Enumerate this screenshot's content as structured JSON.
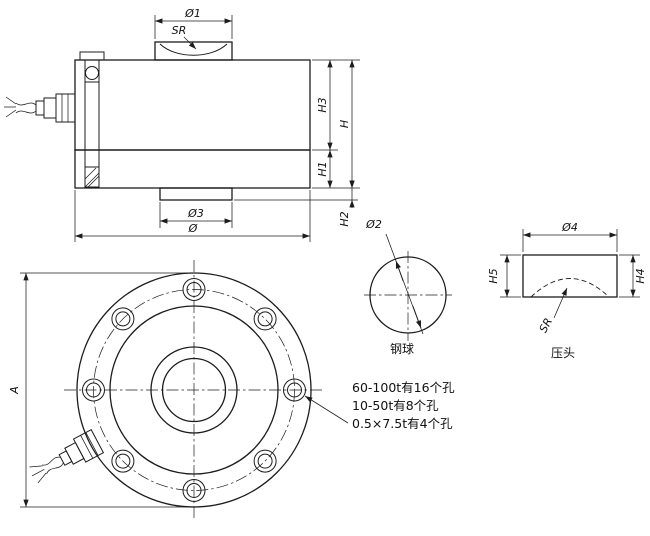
{
  "colors": {
    "line": "#1c1c1c",
    "background": "#ffffff"
  },
  "side_view": {
    "d1": "Ø1",
    "sr": "SR",
    "h3": "H3",
    "h": "H",
    "h1": "H1",
    "h2": "H2",
    "d3": "Ø3",
    "d": "Ø"
  },
  "front_view": {
    "a": "A"
  },
  "steel_ball": {
    "d2": "Ø2",
    "label": "钢球"
  },
  "press_head": {
    "d4": "Ø4",
    "h4": "H4",
    "h5": "H5",
    "sr": "SR",
    "label": "压头"
  },
  "notes": {
    "line1": "60-100t有16个孔",
    "line2": "10-50t有8个孔",
    "line3": "0.5×7.5t有4个孔"
  }
}
